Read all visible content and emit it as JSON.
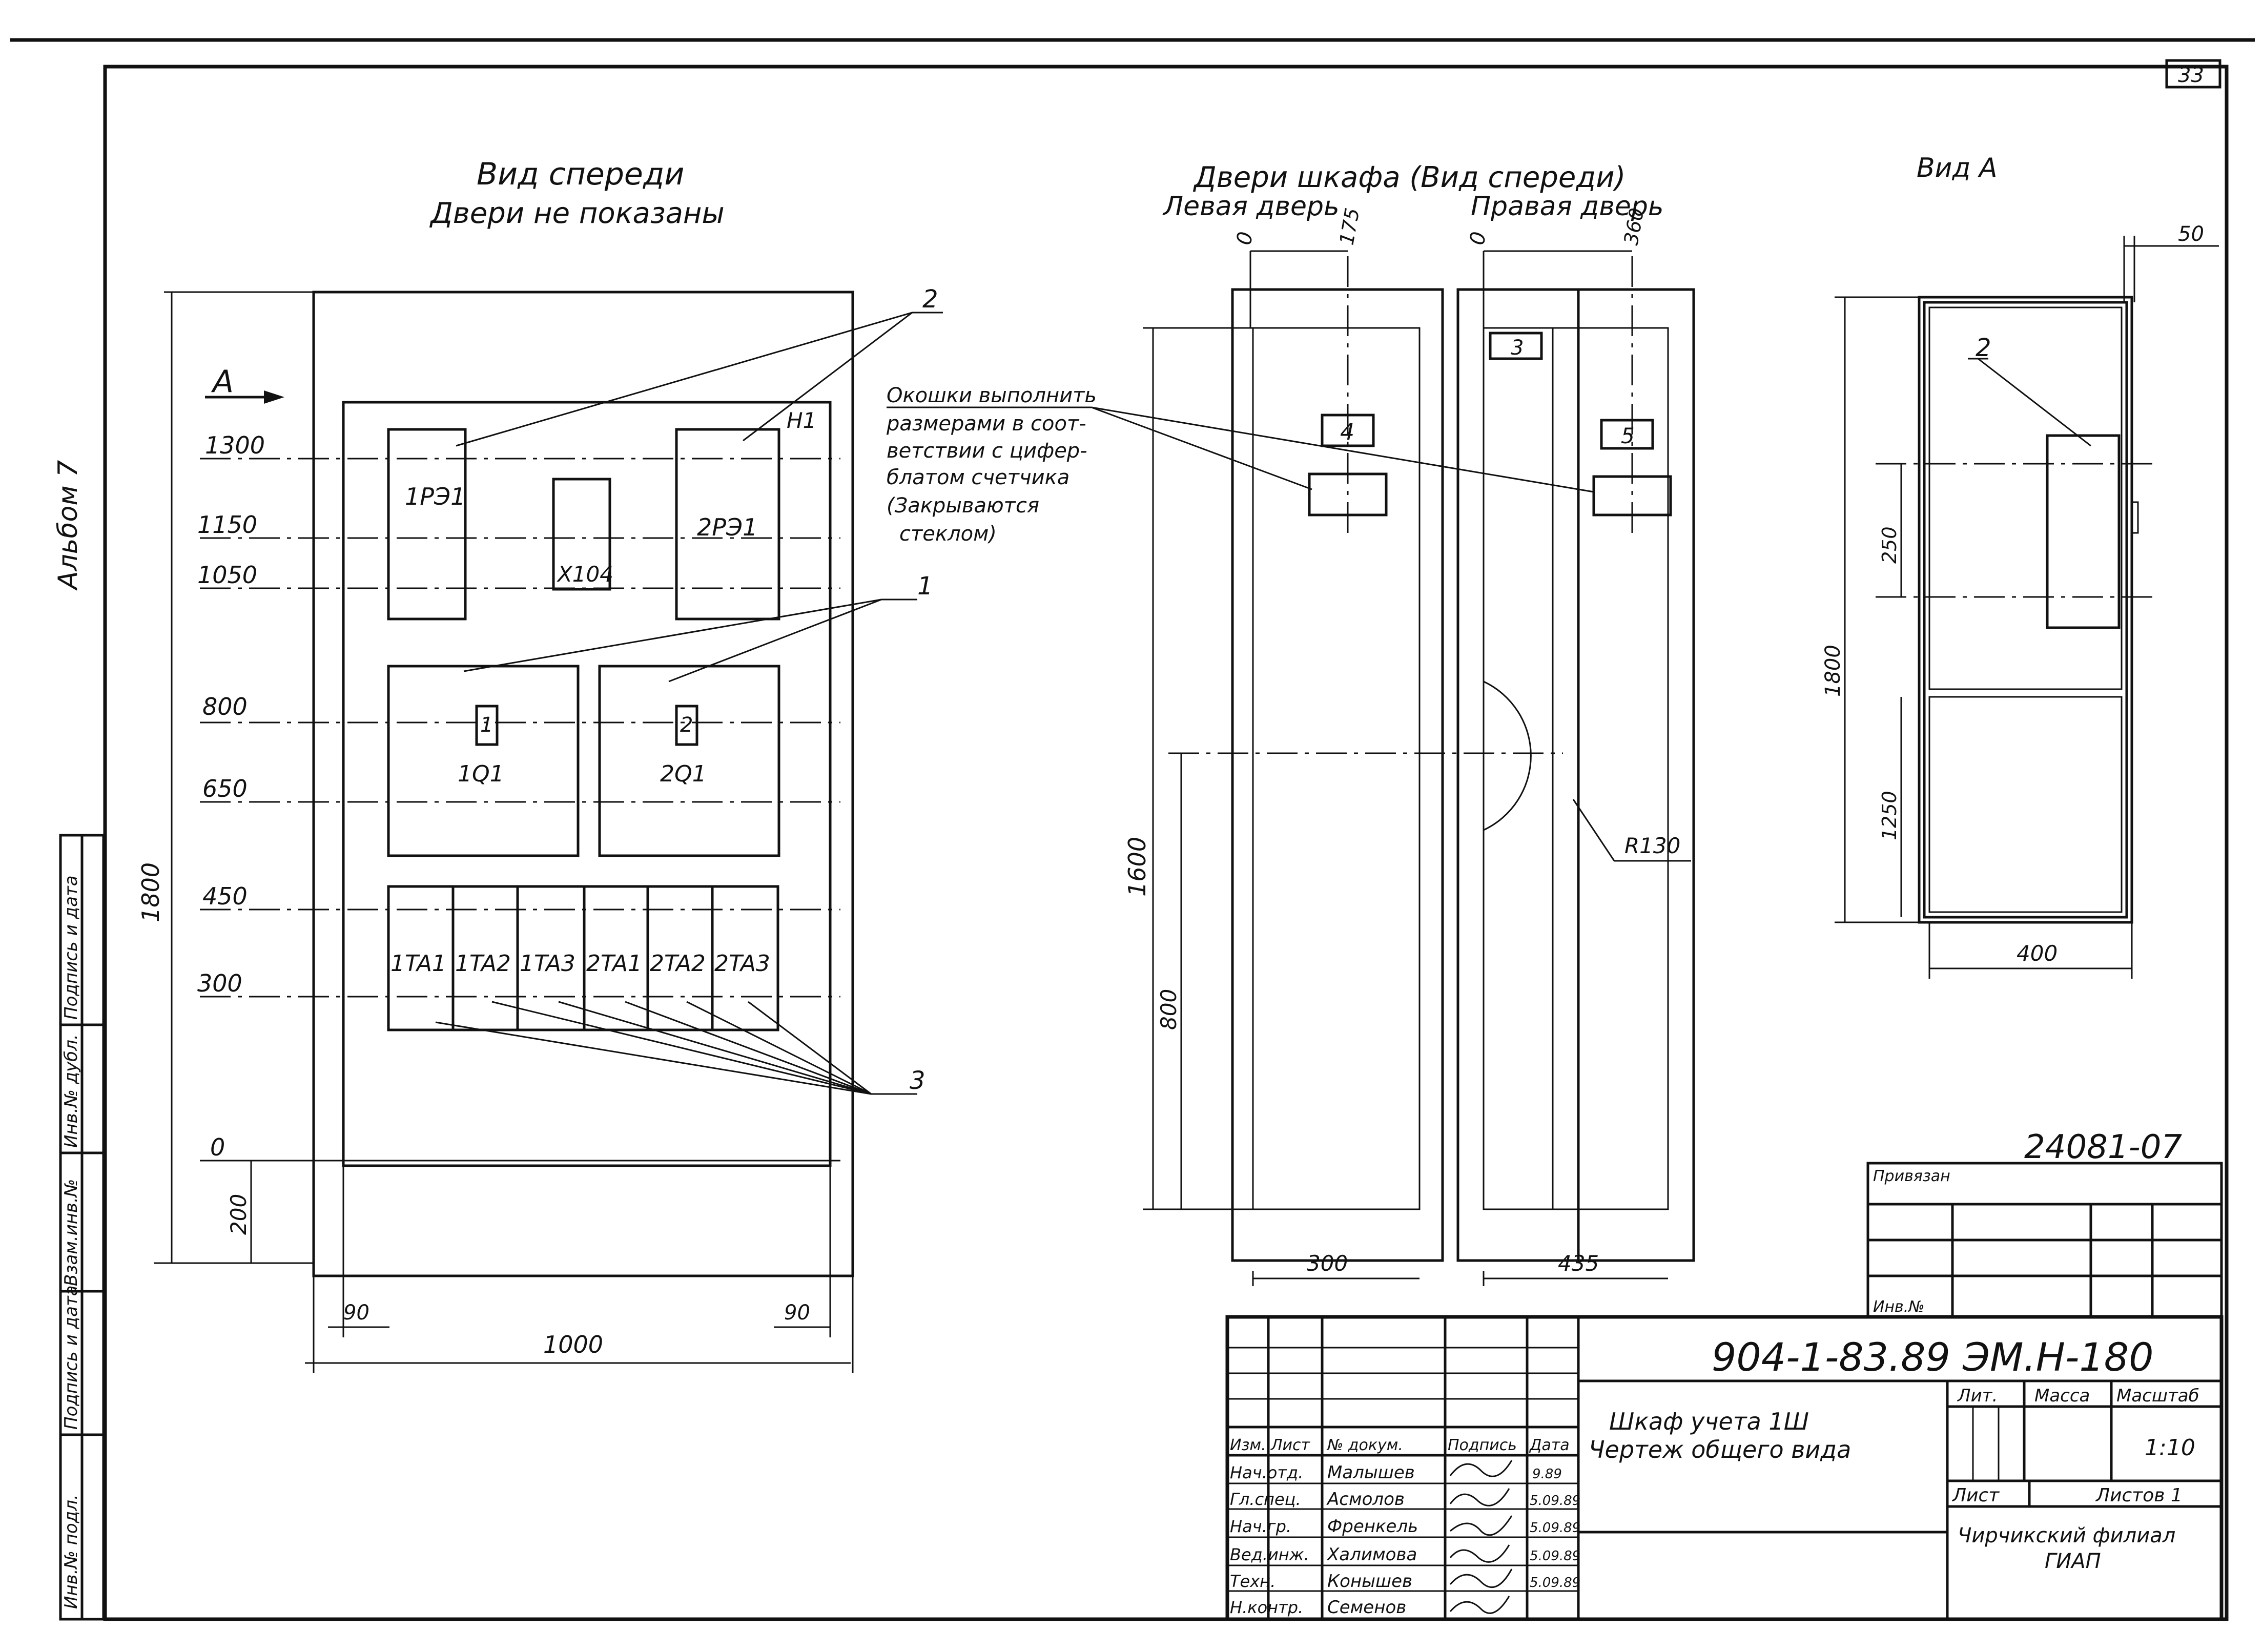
{
  "sheet": {
    "sheet_number": "33",
    "album": "Альбом 7",
    "project_code": "24081-07"
  },
  "front_view": {
    "title_line1": "Вид спереди",
    "title_line2": "Двери не показаны",
    "view_arrow_label": "A",
    "level_marks": [
      "1300",
      "1150",
      "1050",
      "800",
      "650",
      "450",
      "300",
      "0"
    ],
    "height_dim": "1800",
    "bottom_dim": "200",
    "width_dim": "1000",
    "side_gap_left": "90",
    "side_gap_right": "90",
    "devices": {
      "meter_1": "1РЭ1",
      "terminal": "X104",
      "meter_2": "2РЭ1",
      "h1": "H1",
      "switch_1_num": "1",
      "switch_1_label": "1Q1",
      "switch_2_num": "2",
      "switch_2_label": "2Q1",
      "current_transformers": [
        "1TA1",
        "1TA2",
        "1TA3",
        "2TA1",
        "2TA2",
        "2TA3"
      ]
    },
    "callouts": [
      "2",
      "1",
      "3"
    ]
  },
  "doors_view": {
    "title": "Двери шкафа (Вид спереди)",
    "left_label": "Левая дверь",
    "right_label": "Правая дверь",
    "zero_left": "0",
    "dim_left": "175",
    "zero_right": "0",
    "dim_right": "360",
    "note_lines": [
      "Окошки выполнить",
      "размерами в соот-",
      "ветствии с цифер-",
      "блатом счетчика",
      "(Закрываются",
      "стеклом)"
    ],
    "position_3": "3",
    "position_4": "4",
    "position_5": "5",
    "height_dim": "1600",
    "handle_dim": "800",
    "radius": "R130",
    "left_width": "300",
    "right_width": "435"
  },
  "view_a": {
    "title": "Вид А",
    "top_dim": "50",
    "callout": "2",
    "dim_250": "250",
    "height_dim": "1800",
    "dim_1250": "1250",
    "width_dim": "400"
  },
  "title_block": {
    "designation": "904-1-83.89   ЭМ.Н-180",
    "name_line1": "Шкаф учета 1Ш",
    "name_line2": "Чертеж общего вида",
    "col_headers": [
      "Изм.",
      "Лист",
      "№ докум.",
      "Подпись",
      "Дата"
    ],
    "staff": [
      {
        "role": "Нач.отд.",
        "name": "Малышев",
        "date": "9.89"
      },
      {
        "role": "Гл.спец.",
        "name": "Асмолов",
        "date": "5.09.89"
      },
      {
        "role": "Нач.гр.",
        "name": "Френкель",
        "date": "5.09.89"
      },
      {
        "role": "Вед.инж.",
        "name": "Халимова",
        "date": "5.09.89"
      },
      {
        "role": "Техн.",
        "name": "Конышев",
        "date": "5.09.89"
      },
      {
        "role": "Н.контр.",
        "name": "Семенов",
        "date": ""
      }
    ],
    "lit_label": "Лит.",
    "mass_label": "Масса",
    "scale_label": "Масштаб",
    "scale_value": "1:10",
    "sheet_label": "Лист",
    "sheets_label": "Листов 1",
    "organization_line1": "Чирчикский филиал",
    "organization_line2": "ГИАП",
    "binding_label": "Привязан",
    "inv_label": "Инв.№"
  },
  "side_stamp": [
    "Инв.№ подл.",
    "Подпись и дата",
    "Взам.инв.№",
    "Инв.№ дубл.",
    "Подпись и дата"
  ]
}
